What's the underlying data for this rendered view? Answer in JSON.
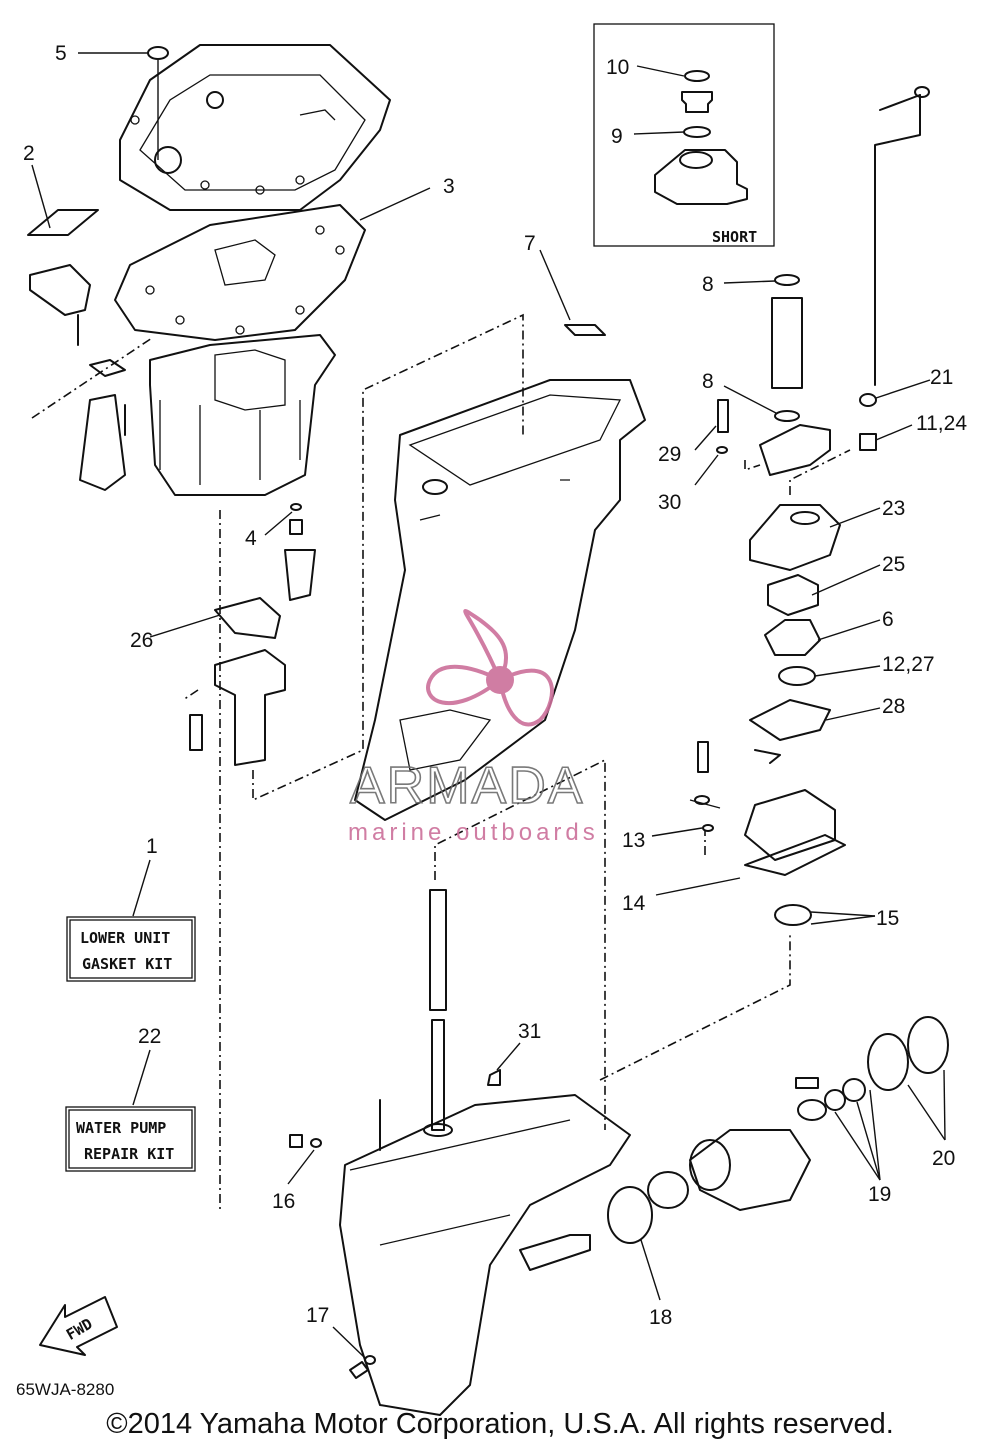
{
  "callouts": [
    {
      "id": "5",
      "text": "5"
    },
    {
      "id": "2",
      "text": "2"
    },
    {
      "id": "3",
      "text": "3"
    },
    {
      "id": "10",
      "text": "10"
    },
    {
      "id": "9",
      "text": "9"
    },
    {
      "id": "7",
      "text": "7"
    },
    {
      "id": "8a",
      "text": "8"
    },
    {
      "id": "8b",
      "text": "8"
    },
    {
      "id": "21",
      "text": "21"
    },
    {
      "id": "11_24",
      "text": "11,24"
    },
    {
      "id": "29",
      "text": "29"
    },
    {
      "id": "30",
      "text": "30"
    },
    {
      "id": "23",
      "text": "23"
    },
    {
      "id": "4",
      "text": "4"
    },
    {
      "id": "25",
      "text": "25"
    },
    {
      "id": "26",
      "text": "26"
    },
    {
      "id": "6",
      "text": "6"
    },
    {
      "id": "12_27",
      "text": "12,27"
    },
    {
      "id": "28",
      "text": "28"
    },
    {
      "id": "13",
      "text": "13"
    },
    {
      "id": "1",
      "text": "1"
    },
    {
      "id": "14",
      "text": "14"
    },
    {
      "id": "15",
      "text": "15"
    },
    {
      "id": "22",
      "text": "22"
    },
    {
      "id": "31",
      "text": "31"
    },
    {
      "id": "20",
      "text": "20"
    },
    {
      "id": "16",
      "text": "16"
    },
    {
      "id": "19",
      "text": "19"
    },
    {
      "id": "18",
      "text": "18"
    },
    {
      "id": "17",
      "text": "17"
    }
  ],
  "inset_label": "SHORT",
  "kit_boxes": {
    "lower_unit": {
      "line1": "LOWER UNIT",
      "line2": "GASKET KIT"
    },
    "water_pump": {
      "line1": "WATER PUMP",
      "line2": "REPAIR KIT"
    }
  },
  "fwd_label": "FWD",
  "diagram_code": "65WJA-8280",
  "watermark": {
    "brand": "ARMADA",
    "tagline": "marine outboards"
  },
  "copyright": "©2014 Yamaha Motor Corporation, U.S.A. All rights reserved.",
  "colors": {
    "line": "#111111",
    "watermark_pink": "#cc6f9a",
    "watermark_gray": "#6b6b6b",
    "background": "#ffffff"
  }
}
